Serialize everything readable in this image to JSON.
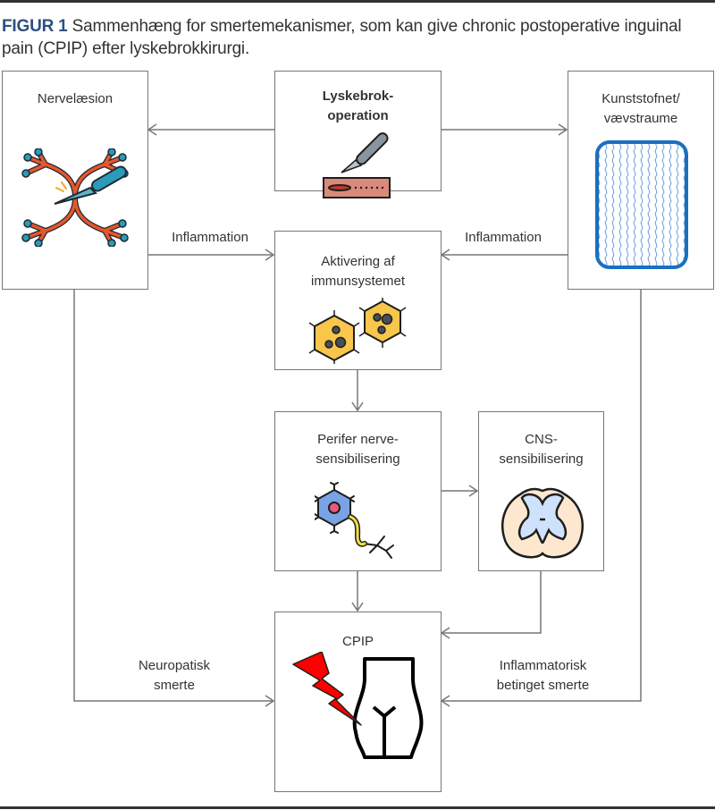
{
  "caption": {
    "figure_label": "FIGUR 1",
    "text": " Sammenhæng for smertemekanismer, som kan give chronic postoperative inguinal pain (CPIP) efter lyskebrokkirurgi."
  },
  "nodes": {
    "nervelaesion": {
      "label": "Nervelæsion",
      "icon": "nerve-cut-icon"
    },
    "lyskebrok": {
      "line1": "Lyskebrok-",
      "line2": "operation",
      "icon": "scalpel-incision-icon"
    },
    "kunststofnet": {
      "line1": "Kunststofnet/",
      "line2": "vævstraume",
      "icon": "mesh-icon"
    },
    "aktivering": {
      "line1": "Aktivering af",
      "line2": "immunsystemet",
      "icon": "immune-cells-icon"
    },
    "perifer": {
      "line1": "Perifer nerve-",
      "line2": "sensibilisering",
      "icon": "neuron-icon"
    },
    "cns": {
      "line1": "CNS-",
      "line2": "sensibilisering",
      "icon": "spinal-cord-icon"
    },
    "cpip": {
      "label": "CPIP",
      "icon": "groin-pain-icon"
    }
  },
  "edges": {
    "inflammation_left": "Inflammation",
    "inflammation_right": "Inflammation",
    "neuropatisk_1": "Neuropatisk",
    "neuropatisk_2": "smerte",
    "inflammatorisk_1": "Inflammatorisk",
    "inflammatorisk_2": "betinget smerte"
  },
  "colors": {
    "figure_label": "#2d4f7f",
    "nerve": "#e8562a",
    "nerve_node": "#2a9bb8",
    "mesh": "#1a6fc0",
    "immune_cell": "#f7c64b",
    "lightning": "#ff0000"
  }
}
